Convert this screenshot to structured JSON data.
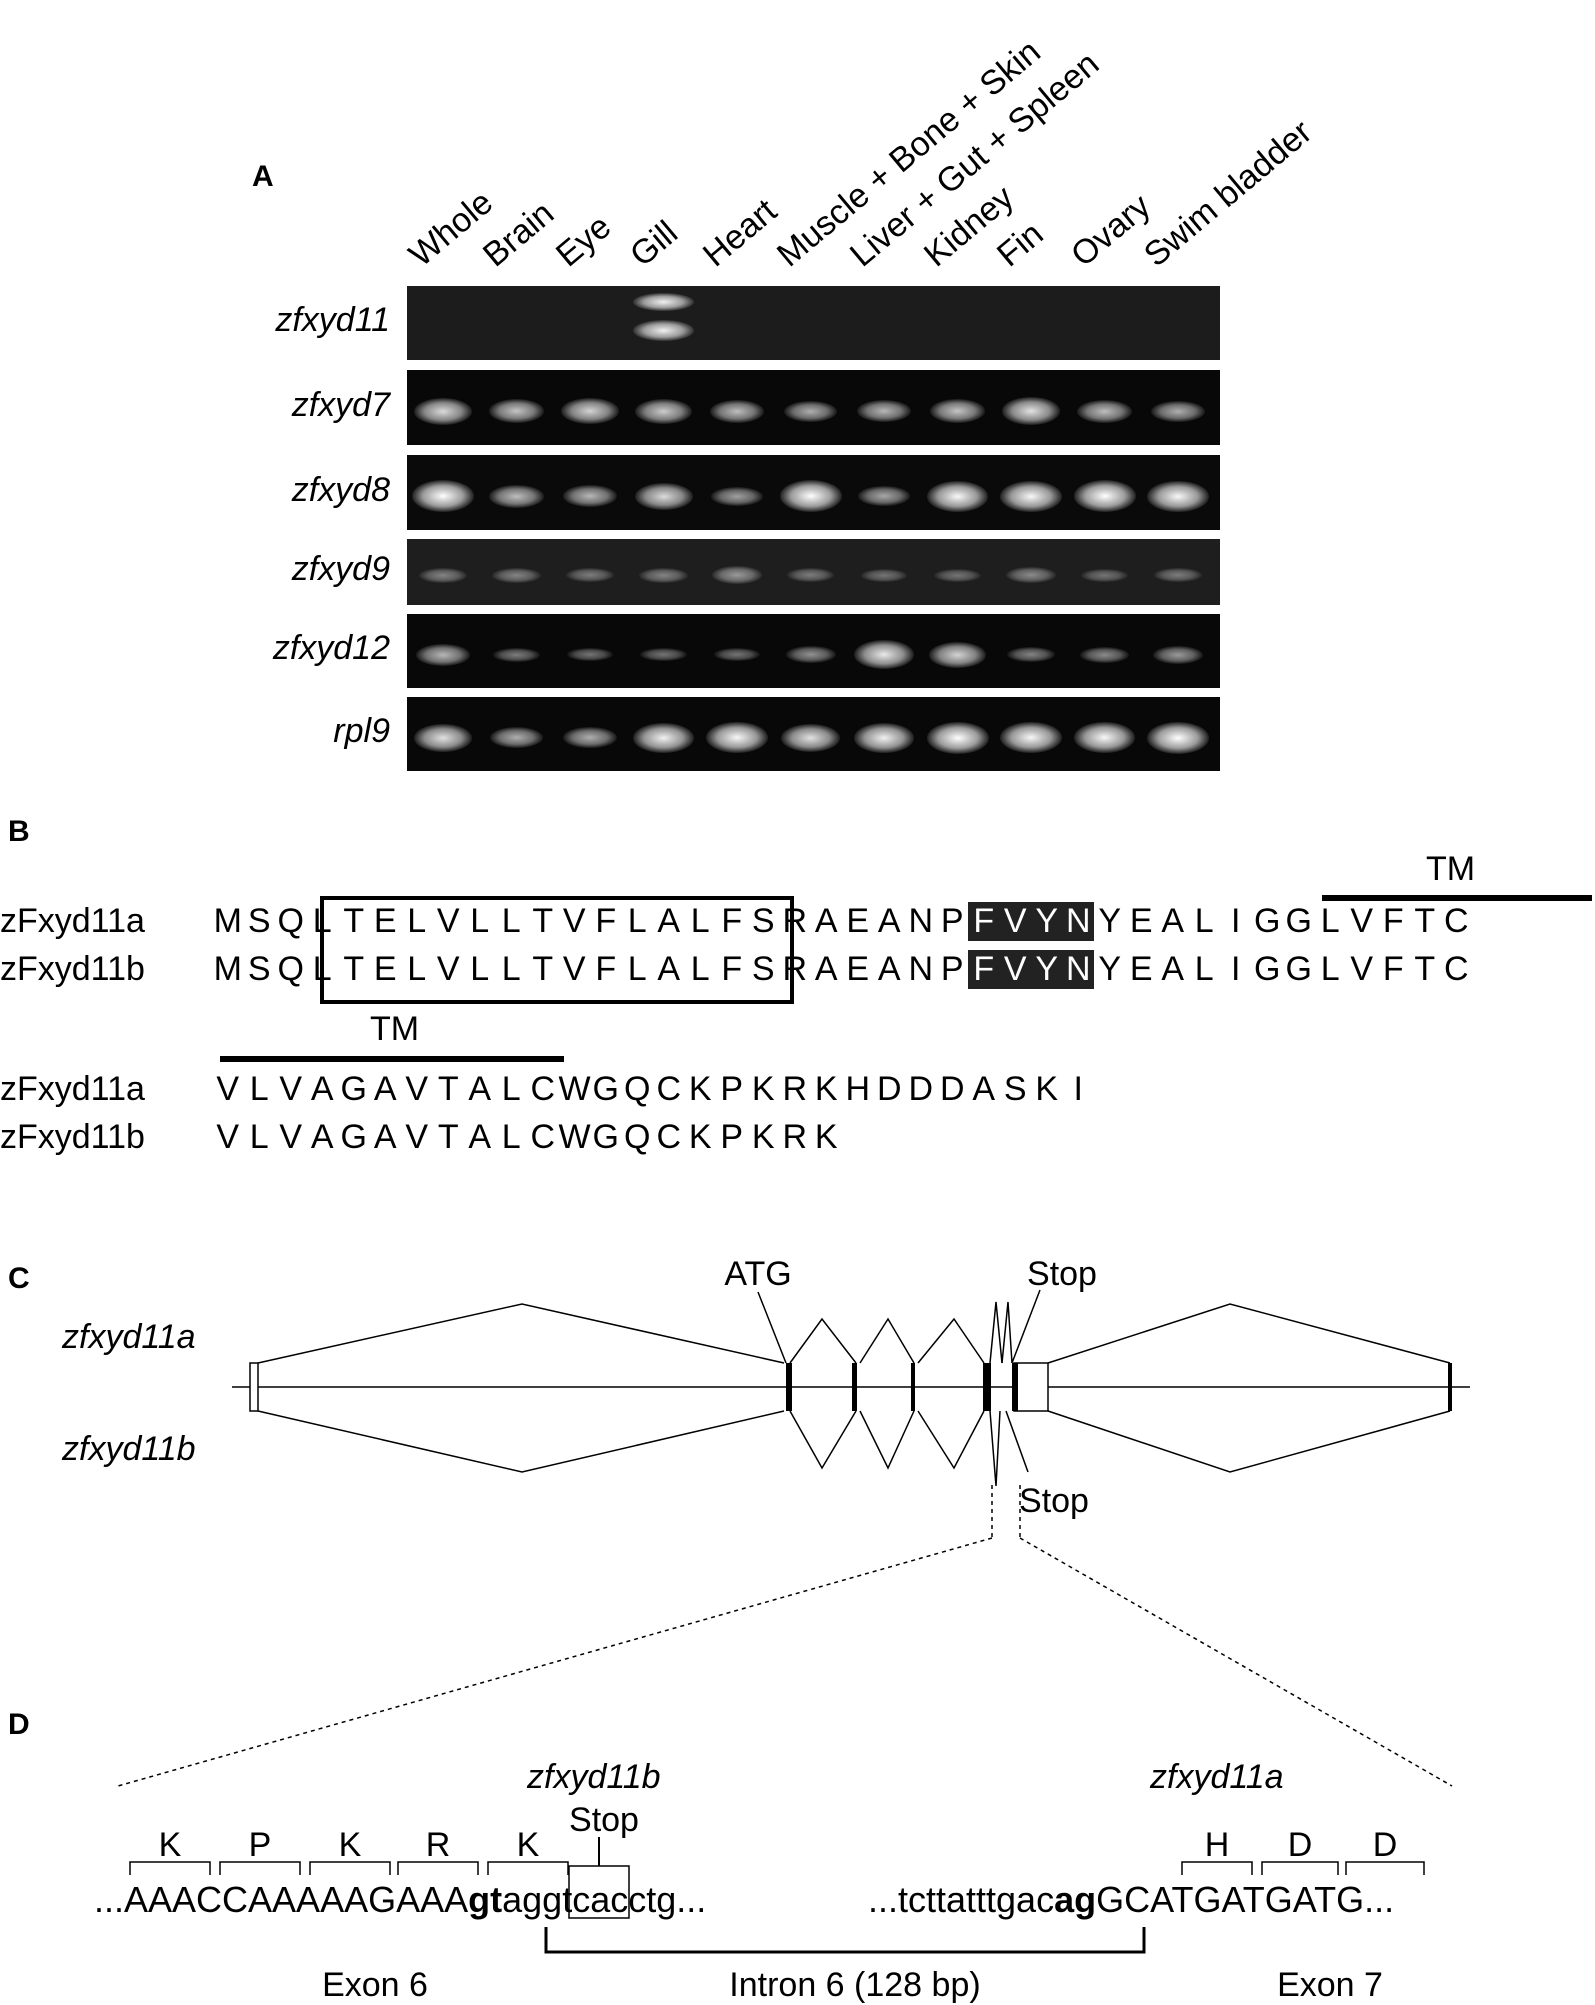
{
  "panelA": {
    "label": "A",
    "lanes": [
      "Whole",
      "Brain",
      "Eye",
      "Gill",
      "Heart",
      "Muscle + Bone + Skin",
      "Liver + Gut + Spleen",
      "Kidney",
      "Fin",
      "Ovary",
      "Swim bladder"
    ],
    "genes": [
      {
        "name": "zfxyd11",
        "bg": "#1c1c1c",
        "bands": [
          0,
          0,
          0,
          0.9,
          0,
          0,
          0,
          0,
          0,
          0,
          0
        ],
        "double": true
      },
      {
        "name": "zfxyd7",
        "bg": "#080808",
        "bands": [
          0.75,
          0.6,
          0.7,
          0.65,
          0.55,
          0.45,
          0.5,
          0.6,
          0.8,
          0.55,
          0.45
        ]
      },
      {
        "name": "zfxyd8",
        "bg": "#0a0a0a",
        "bands": [
          1.0,
          0.55,
          0.5,
          0.75,
          0.35,
          1.0,
          0.4,
          0.95,
          0.95,
          1.0,
          0.95
        ]
      },
      {
        "name": "zfxyd9",
        "bg": "#1e1e1e",
        "bands": [
          0.15,
          0.15,
          0.1,
          0.15,
          0.3,
          0.1,
          0.05,
          0.05,
          0.2,
          0.05,
          0.1
        ]
      },
      {
        "name": "zfxyd12",
        "bg": "#080808",
        "bands": [
          0.5,
          0.1,
          0.05,
          0.05,
          0.05,
          0.25,
          0.85,
          0.7,
          0.15,
          0.2,
          0.3
        ]
      },
      {
        "name": "rpl9",
        "bg": "#080808",
        "bands": [
          0.8,
          0.45,
          0.45,
          0.9,
          0.95,
          0.8,
          0.9,
          1.0,
          0.95,
          0.95,
          1.0
        ]
      }
    ]
  },
  "panelB": {
    "label": "B",
    "tm_label": "TM",
    "row1": {
      "name_a": "zFxyd11a",
      "name_b": "zFxyd11b",
      "seq": [
        "M",
        "S",
        "Q",
        "L",
        "T",
        "E",
        "L",
        "V",
        "L",
        "L",
        "T",
        "V",
        "F",
        "L",
        "A",
        "L",
        "F",
        "S",
        "R",
        "A",
        "E",
        "A",
        "N",
        "P",
        "F",
        "V",
        "Y",
        "N",
        "Y",
        "E",
        "A",
        "L",
        "I",
        "G",
        "G",
        "L",
        "V",
        "F",
        "T",
        "C"
      ]
    },
    "row2": {
      "name_a": "zFxyd11a",
      "name_b": "zFxyd11b",
      "seq_a": [
        "V",
        "L",
        "V",
        "A",
        "G",
        "A",
        "V",
        "T",
        "A",
        "L",
        "C",
        "W",
        "G",
        "Q",
        "C",
        "K",
        "P",
        "K",
        "R",
        "K",
        "H",
        "D",
        "D",
        "D",
        "A",
        "S",
        "K",
        "I"
      ],
      "seq_b": [
        "V",
        "L",
        "V",
        "A",
        "G",
        "A",
        "V",
        "T",
        "A",
        "L",
        "C",
        "W",
        "G",
        "Q",
        "C",
        "K",
        "P",
        "K",
        "R",
        "K"
      ]
    }
  },
  "panelC": {
    "label": "C",
    "gene_a": "zfxyd11a",
    "gene_b": "zfxyd11b",
    "atg": "ATG",
    "stop_a": "Stop",
    "stop_b": "Stop"
  },
  "panelD": {
    "label": "D",
    "gene_b": "zfxyd11b",
    "stop": "Stop",
    "gene_a": "zfxyd11a",
    "codons_left": [
      "K",
      "P",
      "K",
      "R",
      "K"
    ],
    "codons_right": [
      "H",
      "D",
      "D"
    ],
    "seq_left": "...AAACCAAAAAGAAA",
    "seq_gt": "gt",
    "seq_mid": "aggtcacctg...",
    "seq_mid2": "...tcttatttgac",
    "seq_ag": "ag",
    "seq_right": "GCATGATGATG...",
    "exon6": "Exon 6",
    "intron": "Intron 6 (128 bp)",
    "exon7": "Exon 7"
  }
}
